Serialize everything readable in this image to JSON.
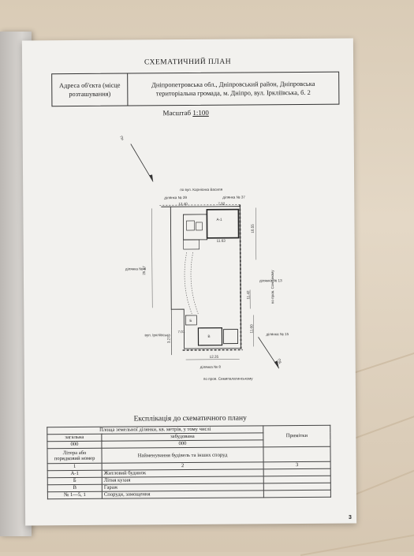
{
  "document": {
    "title": "СХЕМАТИЧНИЙ ПЛАН",
    "address_label": "Адреса об'єкта (місце розташування)",
    "address_value": "Дніпропетровська обл., Дніпровський район, Дніпровська територіальна громада, м. Дніпро, вул. Ірклiївська, б. 2",
    "scale_prefix": "Масштаб ",
    "scale_value": "1:100",
    "page_number": "3"
  },
  "plan": {
    "north_top": "Пн",
    "north_bottom": "Пд",
    "top_street": "по вул. Корнієнка Василя",
    "neighbor_39": "ділянка № 39",
    "neighbor_37": "ділянка № 37",
    "neighbor_4": "ділянка № 4",
    "neighbor_13": "ділянка № 13",
    "neighbor_15": "ділянка № 15",
    "neighbor_8": "ділянка № 8",
    "right_street": "по пров. Сонячному",
    "left_street": "вул. Ірклiївська",
    "bottom_street": "по пров. Семипалатинському",
    "dims": {
      "d_top_left": "12.40",
      "d_top_right": "7.92",
      "d_right_top": "10.55",
      "d_right_mid": "11.42",
      "d_right_bottom": "11.60",
      "d_left": "25.67",
      "d_left_mid": "7.01",
      "d_left_bottom": "3.27",
      "d_bottom": "12.35",
      "d_house": "11.63"
    },
    "buildings": {
      "a1": "А-1",
      "b": "Б",
      "v": "В"
    }
  },
  "explication": {
    "title": "Експлікація до схематичного плану",
    "area_header": "Площа земельної ділянки, кв. метрів, у тому числі",
    "total_label": "загальна",
    "built_label": "забудована",
    "total_value": "000",
    "built_value": "000",
    "notes_header": "Примітки",
    "letter_header": "Літера або порядковий номер",
    "name_header": "Найменування будівель та інших споруд",
    "col1": "1",
    "col2": "2",
    "col3": "3",
    "rows": [
      {
        "letter": "А-1",
        "name": "Житловий будинок"
      },
      {
        "letter": "Б",
        "name": "Літня кухня"
      },
      {
        "letter": "В",
        "name": "Гараж"
      },
      {
        "letter": "№ 1—5, 1",
        "name": "Споруди, замощення"
      }
    ]
  }
}
